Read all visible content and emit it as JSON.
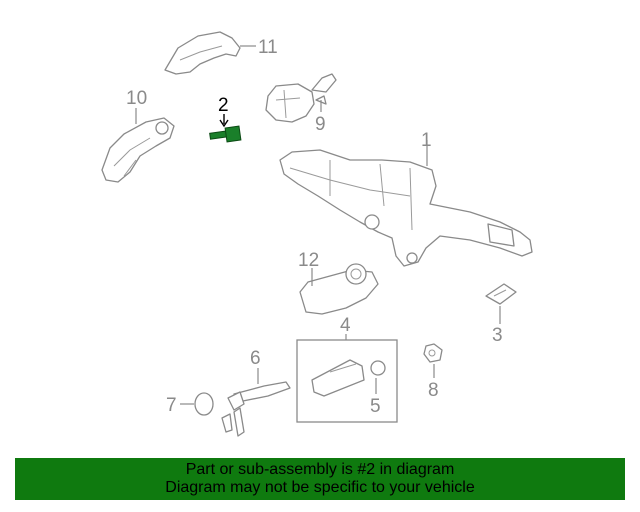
{
  "diagram": {
    "callouts": {
      "c1": "1",
      "c2": "2",
      "c3": "3",
      "c4": "4",
      "c5": "5",
      "c6": "6",
      "c7": "7",
      "c8": "8",
      "c9": "9",
      "c10": "10",
      "c11": "11",
      "c12": "12"
    },
    "highlight_color": "#1a7f2a",
    "line_color": "#8a8a8a"
  },
  "banner": {
    "line1": "Part or sub-assembly is #2 in diagram",
    "line2": "Diagram may not be specific to your vehicle",
    "background": "#0f7a0f"
  }
}
